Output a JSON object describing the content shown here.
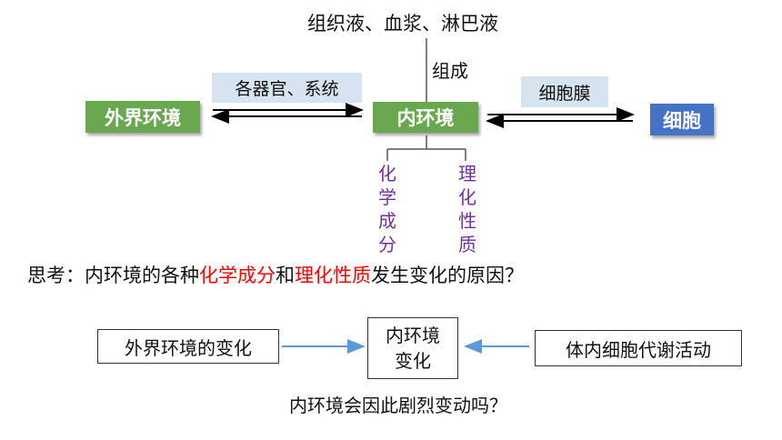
{
  "top": {
    "components": "组织液、血浆、淋巴液",
    "compose": "组成"
  },
  "diagram": {
    "external": "外界环境",
    "organs": "各器官、系统",
    "internal": "内环境",
    "membrane": "细胞膜",
    "cell": "细胞",
    "chem_chars": [
      "化",
      "学",
      "成",
      "分"
    ],
    "phys_chars": [
      "理",
      "化",
      "性",
      "质"
    ]
  },
  "question": {
    "prefix": "思考：内环境的各种",
    "red1": "化学成分",
    "mid": "和",
    "red2": "理化性质",
    "suffix": "发生变化的原因？"
  },
  "bottom": {
    "left": "外界环境的变化",
    "center_line1": "内环境",
    "center_line2": "变化",
    "right": "体内细胞代谢活动",
    "question": "内环境会因此剧烈变动吗？"
  },
  "colors": {
    "green": "#6aa84f",
    "blue": "#4472c4",
    "label_bg": "#d6e4ef",
    "purple": "#7030a0",
    "red": "#ff0000",
    "arrow_blue": "#5b9bd5"
  }
}
